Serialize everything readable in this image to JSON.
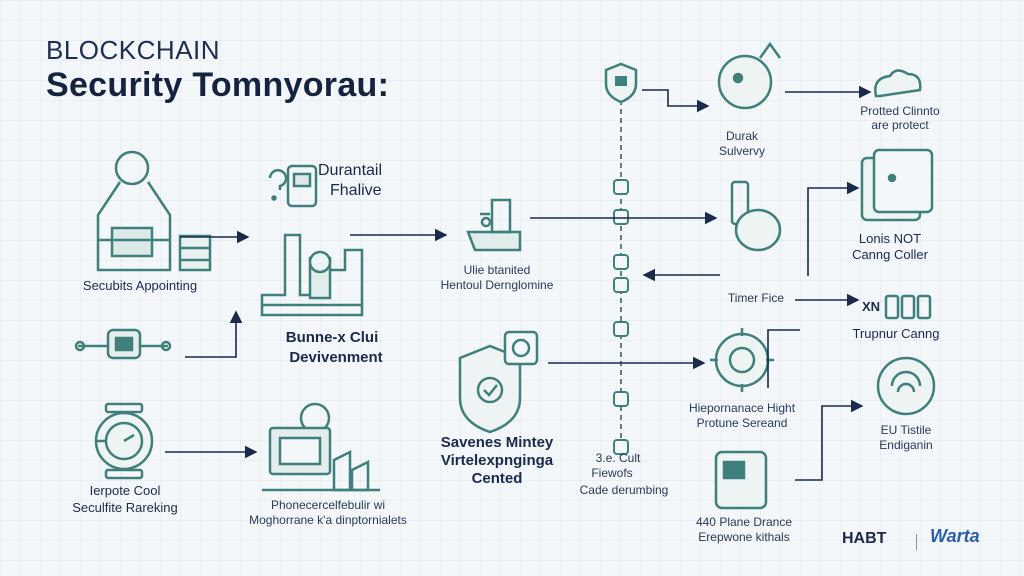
{
  "title": {
    "line1": "BLOCKCHAIN",
    "line2": "Security Tomnyorau:"
  },
  "nodes": {
    "securits_appointing": "Secubits Appointing",
    "durantail_line1": "Durantail",
    "durantail_line2": "Fhalive",
    "bunne_line1": "Bunne-x Clui",
    "bunne_line2": "Devivenment",
    "ulie_line1": "Ulie btanited",
    "ulie_line2": "Hentoul Dernglomine",
    "savenes_line1": "Savenes Mintey",
    "savenes_line2": "Virtelexpnginga",
    "savenes_line3": "Cented",
    "ierpote_line1": "Ierpote Cool",
    "ierpote_line2": "Seculfite Rareking",
    "bottom_mid_line1": "Phonecercelfebulir wi",
    "bottom_mid_line2": "Moghorrane k'a dinptornialets",
    "durak_line1": "Durak",
    "durak_line2": "Sulvervy",
    "timer_fice": "Timer Fice",
    "hieponance_line1": "Hiepornanace Hight",
    "hieponance_line2": "Protune Sereand",
    "cule_line1": "3.e. Cult",
    "cule_line2": "Fiewofs",
    "cule_line3": "Cade derumbing",
    "plane_line1": "440 Plane Drance",
    "plane_line2": "Erepwone kithals",
    "protted_line1": "Protted Clinnto",
    "protted_line2": "are protect",
    "lonis_line1": "Lonis NOT",
    "lonis_line2": "Canng Coller",
    "trupnur_label": "Trupnur Canng",
    "eu_line1": "EU Tistile",
    "eu_line2": "Endiganin",
    "xn_label": "XN"
  },
  "footer": {
    "logo_left": "HABT",
    "logo_right": "Warta"
  },
  "colors": {
    "teal": "#3f7f7c",
    "navy": "#1b2a4a",
    "accent_green": "#4caf50",
    "accent_orange": "#f28c28",
    "accent_purple": "#8e44ad"
  }
}
